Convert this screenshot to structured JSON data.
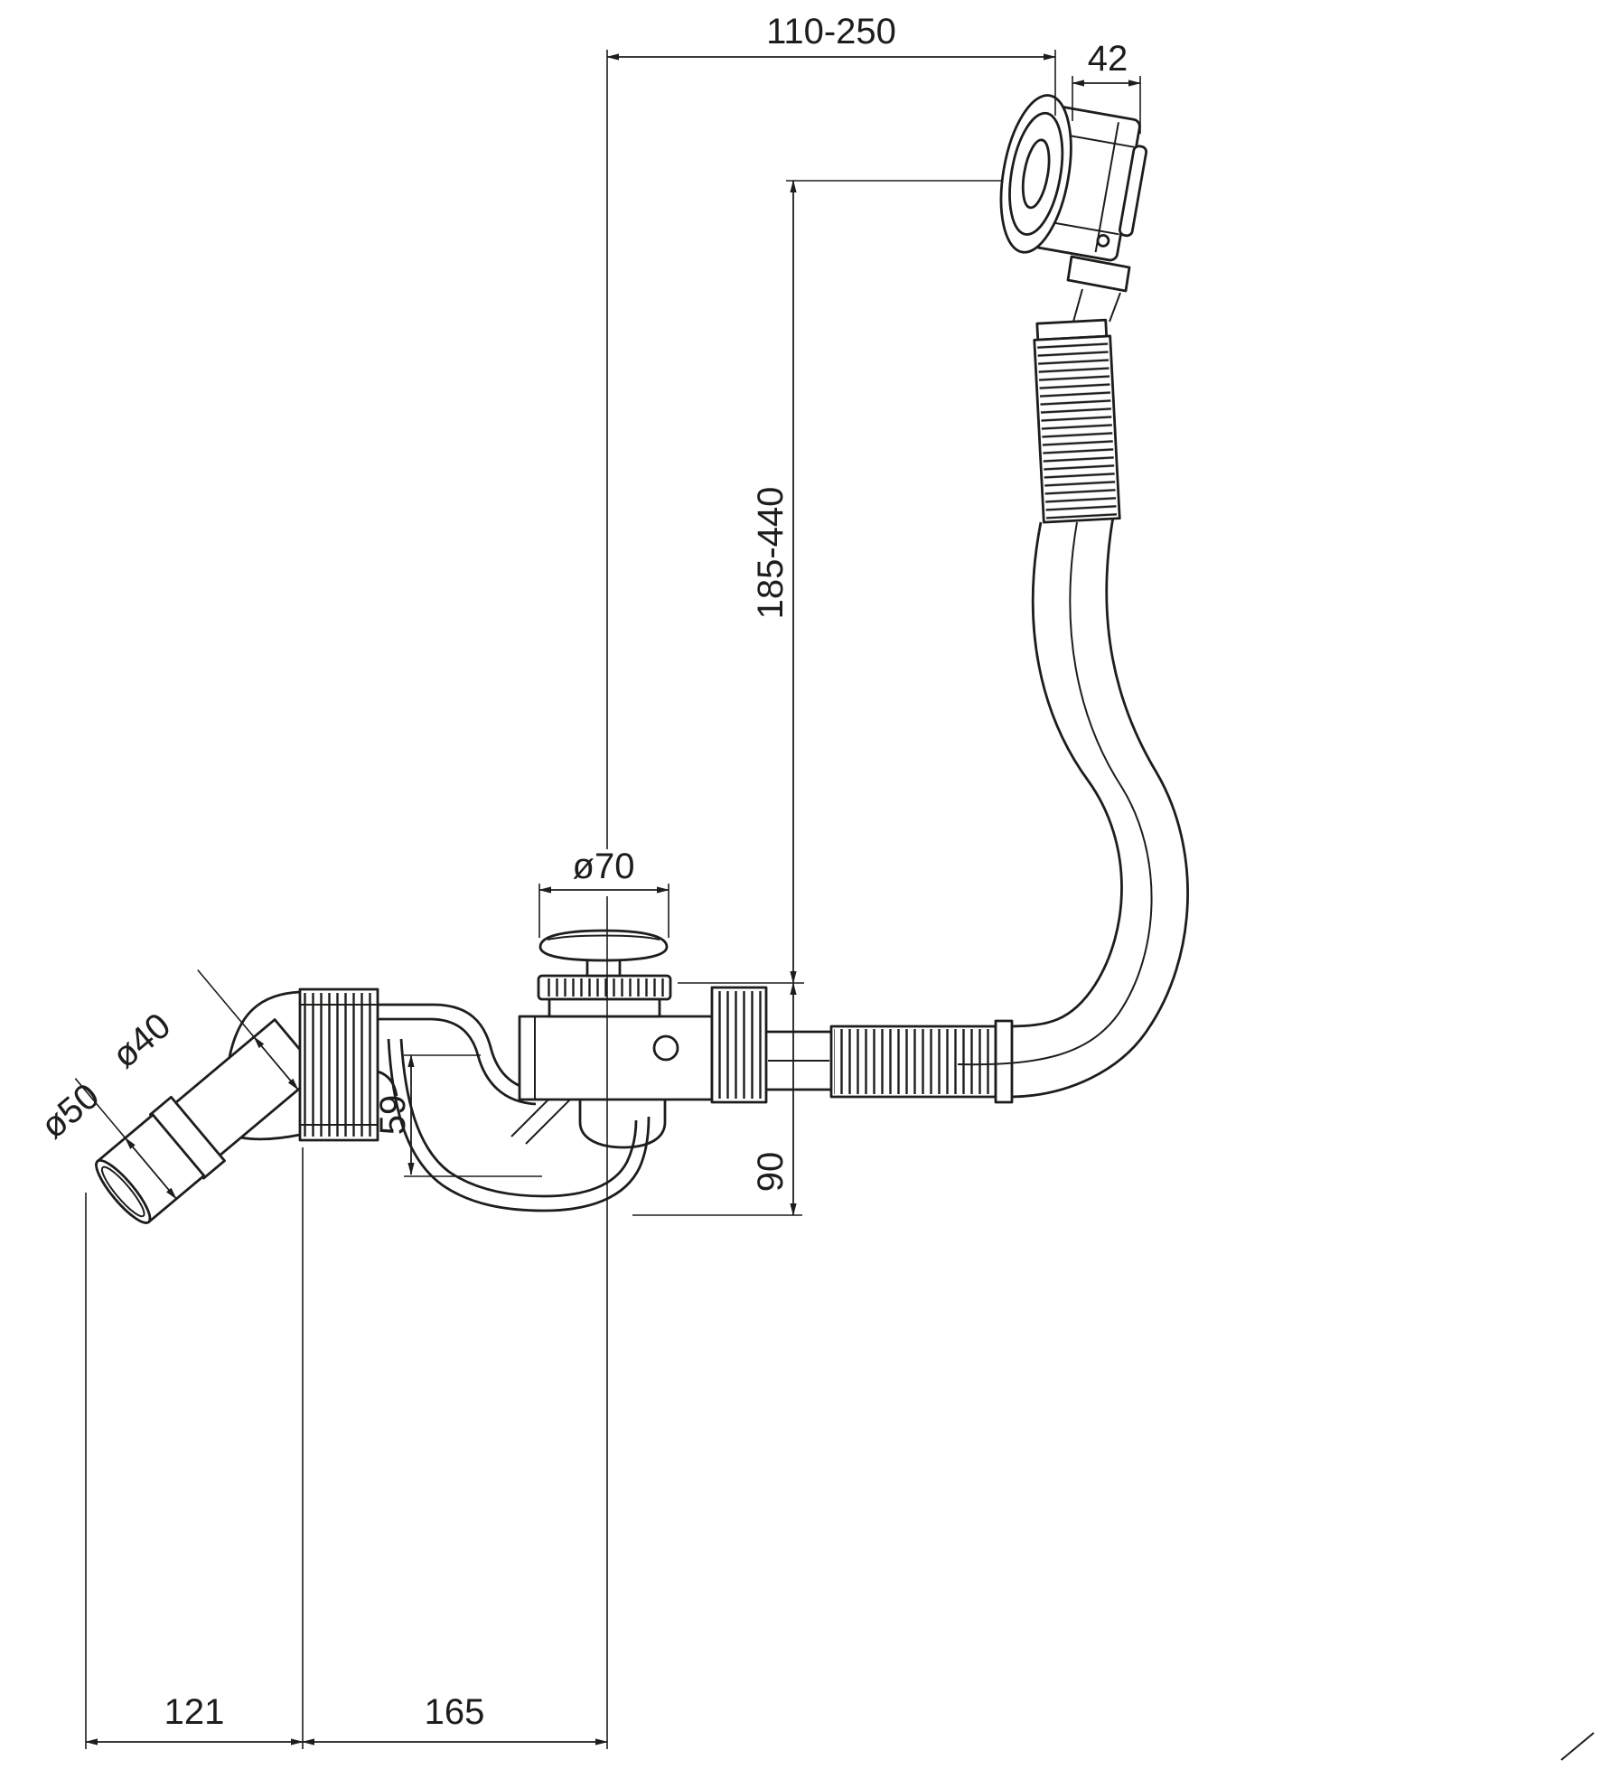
{
  "drawing": {
    "colors": {
      "ink": "#1d1d1b",
      "background": "#ffffff"
    },
    "dimensions": {
      "top_span": "110-250",
      "knob_width": "42",
      "vertical_range": "185-440",
      "plug_diameter": "ø70",
      "elbow_diameter": "ø40",
      "outlet_diameter": "ø50",
      "trap_height": "59",
      "body_height": "90",
      "outlet_span": "121",
      "waste_span": "165"
    }
  }
}
